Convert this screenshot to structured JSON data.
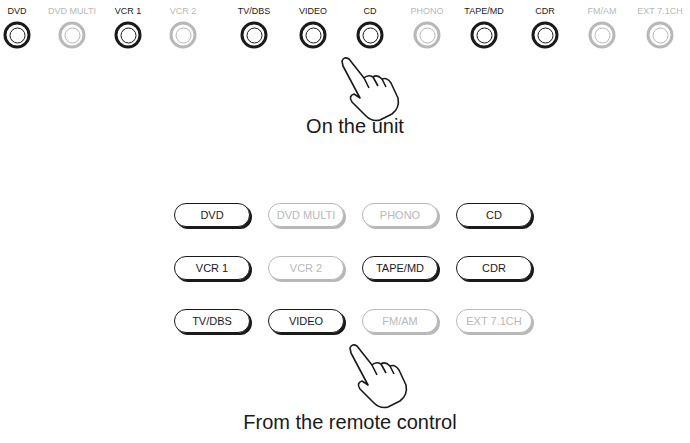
{
  "diagram": {
    "nodes": [
      {
        "text": [
          "DVD"
        ]
      },
      {
        "text": [
          "DVD MULTI"
        ]
      },
      {
        "text": [
          "VCR 1"
        ]
      },
      {
        "text": [
          "VCR 2"
        ]
      },
      {
        "text": [
          "TV/DBS"
        ]
      },
      {
        "text": [
          "VIDEO"
        ]
      },
      {
        "text": [
          "CD"
        ]
      },
      {
        "text": [
          "PHONO"
        ]
      },
      {
        "text": [
          "TAPE/MD"
        ]
      },
      {
        "text": [
          "CDR"
        ]
      },
      {
        "text": [
          "FM/AM"
        ]
      },
      {
        "text": [
          "EXT 7.1CH"
        ]
      },
      {
        "text": [
          "DVD"
        ]
      },
      {
        "text": [
          "DVD MULTI"
        ]
      },
      {
        "text": [
          "PHONO"
        ]
      },
      {
        "text": [
          "CD"
        ]
      },
      {
        "text": [
          "VCR 1"
        ]
      },
      {
        "text": [
          "VCR 2"
        ]
      },
      {
        "text": [
          "TAPE/MD"
        ]
      },
      {
        "text": [
          "CDR"
        ]
      },
      {
        "text": [
          "TV/DBS"
        ]
      },
      {
        "text": [
          "VIDEO"
        ]
      },
      {
        "text": [
          "FM/AM"
        ]
      },
      {
        "text": [
          "EXT 7.1CH"
        ]
      }
    ],
    "labels": [
      "On the unit",
      "From the remote control"
    ]
  }
}
